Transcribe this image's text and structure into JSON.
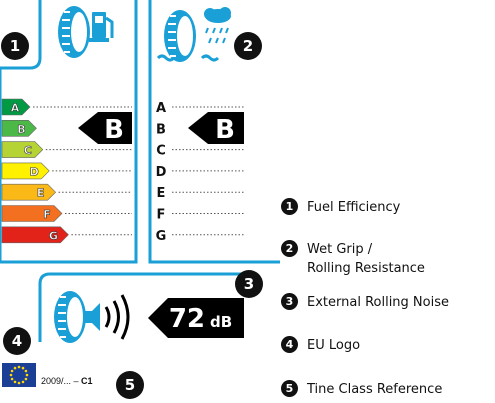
{
  "colors": {
    "frame": "#1a9fd6",
    "marker": "#000000",
    "eu_blue": "#1b3f94",
    "eu_star": "#ffd700"
  },
  "fuel_panel": {
    "icon": "tyre-fuel-pump-icon",
    "classes": [
      {
        "letter": "A",
        "color": "#009a44"
      },
      {
        "letter": "B",
        "color": "#4cb847"
      },
      {
        "letter": "C",
        "color": "#b5d334"
      },
      {
        "letter": "D",
        "color": "#fff100"
      },
      {
        "letter": "E",
        "color": "#fbb918"
      },
      {
        "letter": "F",
        "color": "#f37021"
      },
      {
        "letter": "G",
        "color": "#e2231a"
      }
    ],
    "rating": "B",
    "rating_index": 1
  },
  "wet_panel": {
    "icon": "tyre-rain-cloud-icon",
    "classes": [
      "A",
      "B",
      "C",
      "D",
      "E",
      "F",
      "G"
    ],
    "rating": "B",
    "rating_index": 1
  },
  "noise_panel": {
    "icon": "tyre-sound-waves-icon",
    "value": "72",
    "unit": "dB"
  },
  "markers": {
    "m1": "1",
    "m2": "2",
    "m3": "3",
    "m4": "4",
    "m5": "5"
  },
  "eu": {
    "reference_prefix": "2009/... –",
    "reference_class": "C1",
    "icon": "eu-flag-icon"
  },
  "legend": [
    {
      "num": "1",
      "label": "Fuel Efficiency"
    },
    {
      "num": "2",
      "label": "Wet Grip /\nRolling Resistance"
    },
    {
      "num": "3",
      "label": "External Rolling Noise"
    },
    {
      "num": "4",
      "label": "EU Logo"
    },
    {
      "num": "5",
      "label": "Tine Class Reference"
    }
  ]
}
